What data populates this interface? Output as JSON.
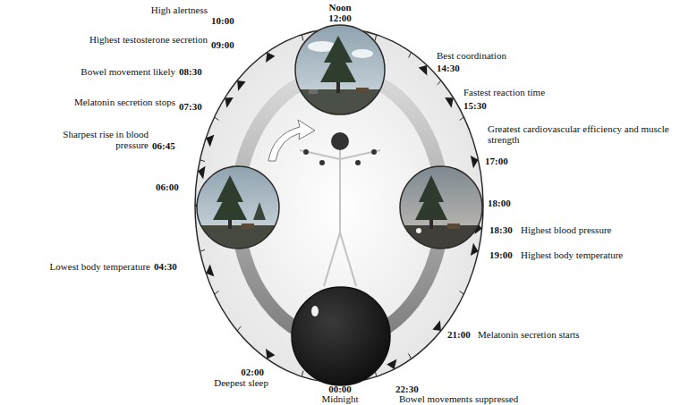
{
  "diagram": {
    "labels": [
      "Noon",
      "12:00",
      "High alertness",
      "10:00",
      "Highest testosterone secretion",
      "09:00",
      "Bowel movement likely",
      "08:30",
      "Melatonin secretion stops",
      "07:30",
      "Sharpest rise in blood pressure",
      "06:45",
      "06:00",
      "Lowest body temperature",
      "04:30",
      "02:00",
      "Deepest sleep",
      "00:00",
      "Midnight",
      "22:30",
      "Bowel movements suppressed",
      "21:00",
      "Melatonin secretion starts",
      "19:00",
      "Highest body temperature",
      "18:30",
      "Highest blood pressure",
      "18:00",
      "17:00",
      "Greatest cardiovascular efficiency and muscle strength",
      "15:30",
      "Fastest reaction time",
      "14:30",
      "Best coordination"
    ]
  }
}
